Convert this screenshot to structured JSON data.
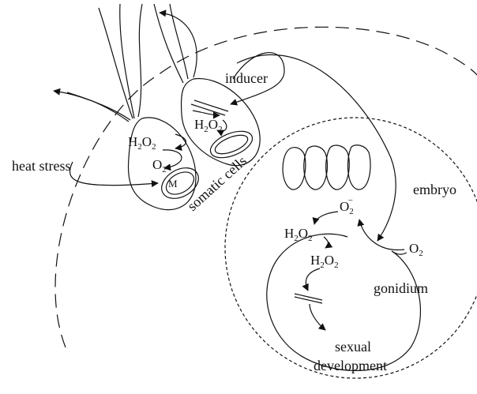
{
  "labels": {
    "inducer": "inducer",
    "heat_stress": "heat stress",
    "somatic_cells": "somatic cells",
    "embryo": "embryo",
    "gonidium": "gonidium",
    "sexual": "sexual",
    "development": "development",
    "mitochondrion": "M"
  },
  "species": {
    "h2o2": {
      "base": "H",
      "sub1": "2",
      "mid": "O",
      "sub2": "2"
    },
    "o2": {
      "base": "O",
      "sub": "2"
    },
    "superoxide": {
      "base": "O",
      "sub": "2",
      "sup": "−"
    }
  }
}
